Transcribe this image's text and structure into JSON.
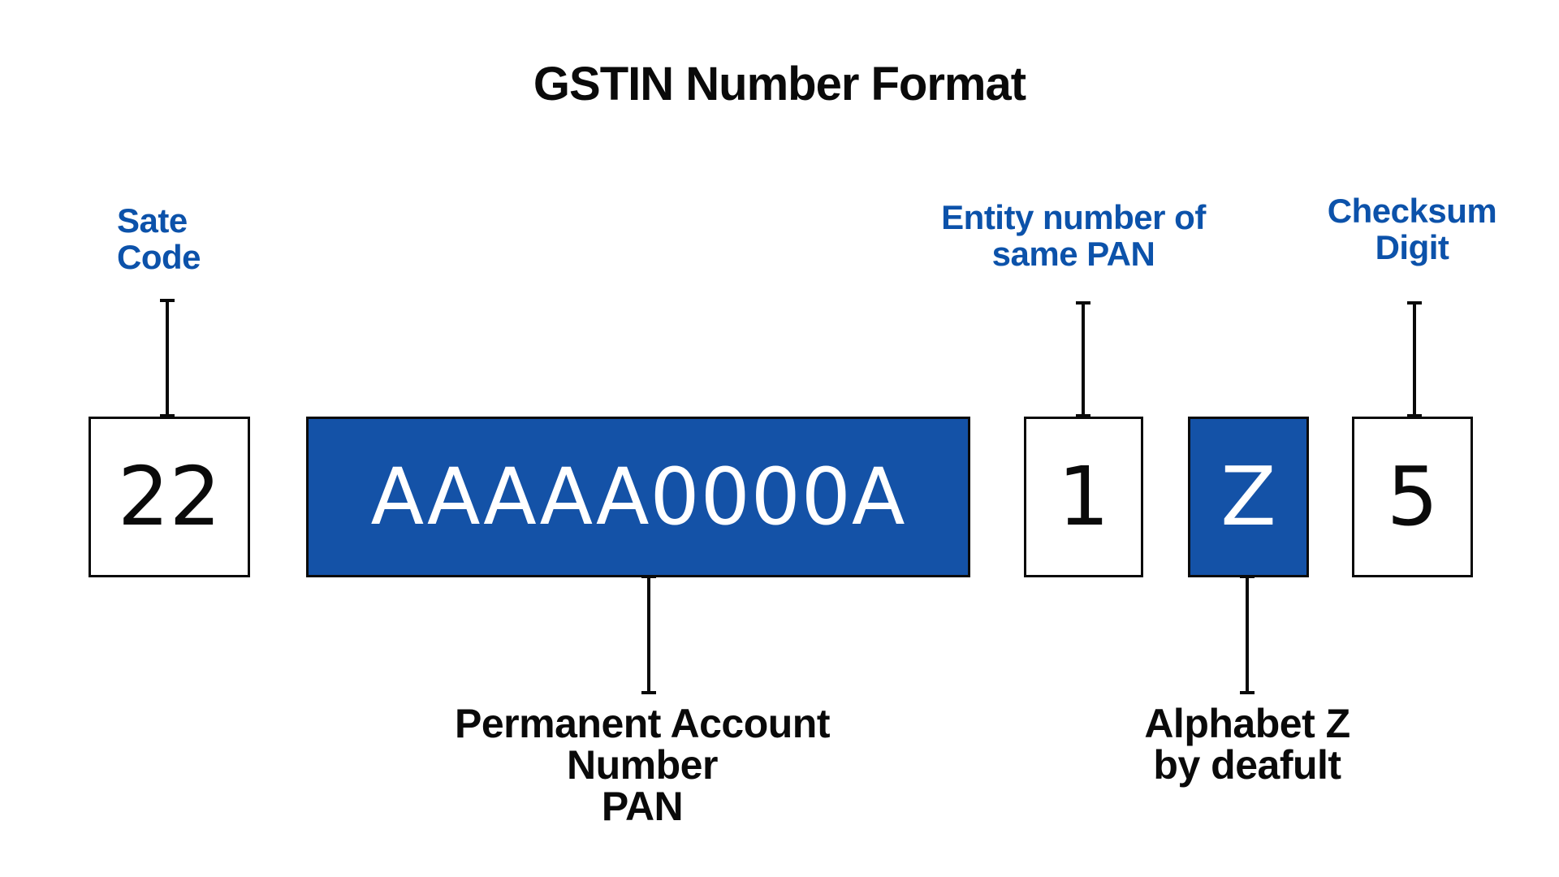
{
  "colors": {
    "background": "#ffffff",
    "ink": "#0a0a0a",
    "box_blue": "#1452a7",
    "label_blue": "#0c52aa",
    "box_white": "#ffffff",
    "text_on_blue": "#ffffff"
  },
  "title": "GSTIN Number Format",
  "gstin": {
    "segments": [
      {
        "value": "22",
        "variant": "white"
      },
      {
        "value": "AAAAA0000A",
        "variant": "blue"
      },
      {
        "value": "1",
        "variant": "white"
      },
      {
        "value": "Z",
        "variant": "blue"
      },
      {
        "value": "5",
        "variant": "white"
      }
    ]
  },
  "callouts": {
    "top": [
      {
        "lines": [
          "Sate",
          "Code"
        ]
      },
      {
        "lines": [
          "Entity number of",
          "same PAN"
        ]
      },
      {
        "lines": [
          "Checksum",
          "Digit"
        ]
      }
    ],
    "bottom": [
      {
        "lines": [
          "Permanent Account Number",
          "PAN"
        ]
      },
      {
        "lines": [
          "Alphabet Z",
          "by deafult"
        ]
      }
    ]
  }
}
